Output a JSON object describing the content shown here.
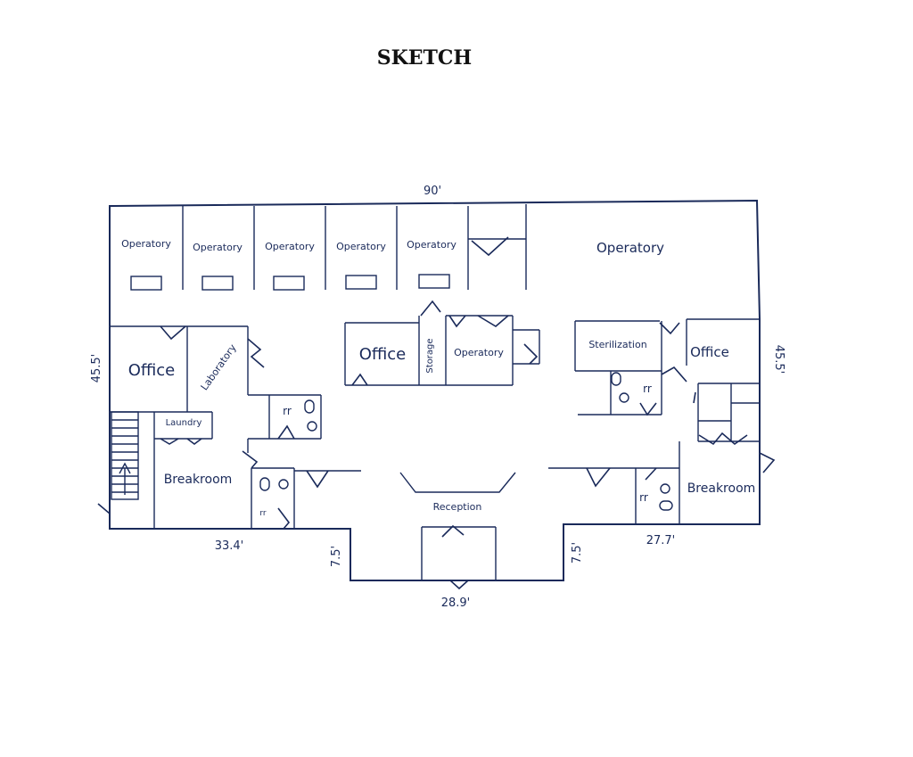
{
  "title": "SKETCH",
  "colors": {
    "line": "#1a2a5a",
    "background": "#ffffff"
  },
  "dimensions": {
    "top": "90'",
    "left": "45.5'",
    "right": "45.5'",
    "bottom_left": "33.4'",
    "bottom_center": "28.9'",
    "bottom_right": "27.7'",
    "step_left": "7.5'",
    "step_right": "7.5'"
  },
  "rooms": {
    "operatory_1": "Operatory",
    "operatory_2": "Operatory",
    "operatory_3": "Operatory",
    "operatory_4": "Operatory",
    "operatory_5": "Operatory",
    "operatory_large": "Operatory",
    "operatory_center": "Operatory",
    "office_left": "Office",
    "office_center": "Office",
    "office_right": "Office",
    "laboratory": "Laboratory",
    "storage": "Storage",
    "sterilization": "Sterilization",
    "laundry": "Laundry",
    "breakroom_left": "Breakroom",
    "breakroom_right": "Breakroom",
    "reception": "Reception",
    "rr_1": "rr",
    "rr_2": "rr",
    "rr_3": "rr",
    "rr_4": "rr"
  }
}
